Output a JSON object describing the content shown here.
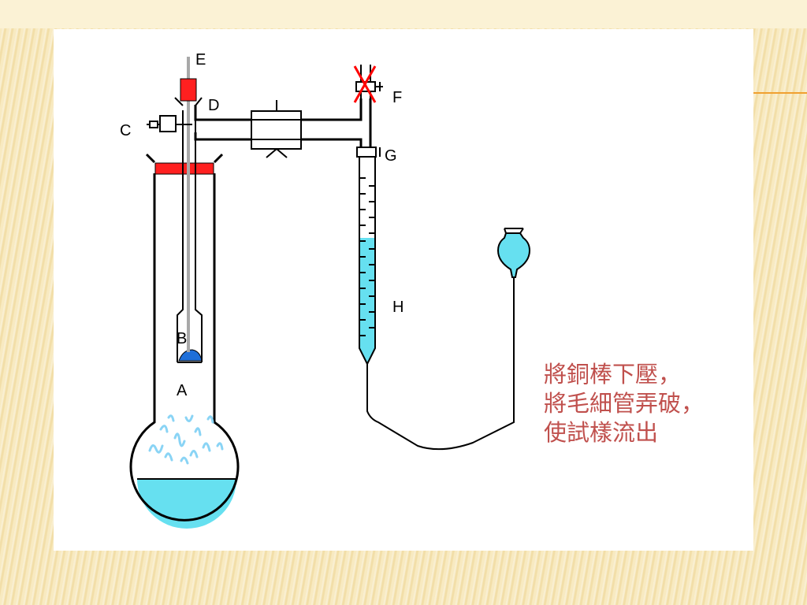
{
  "labels": {
    "E": "E",
    "D": "D",
    "C": "C",
    "F": "F",
    "G": "G",
    "H": "H",
    "B": "B",
    "A": "A"
  },
  "caption": {
    "line1": "將銅棒下壓，",
    "line2": "將毛細管弄破，",
    "line3": "使試樣流出"
  },
  "colors": {
    "stopper": "#ff2020",
    "water": "#66e0f0",
    "sample": "#1e6fd9",
    "vapor": "#8ad4f5",
    "caption": "#c0504d",
    "cross_mark": "#ff0000"
  }
}
